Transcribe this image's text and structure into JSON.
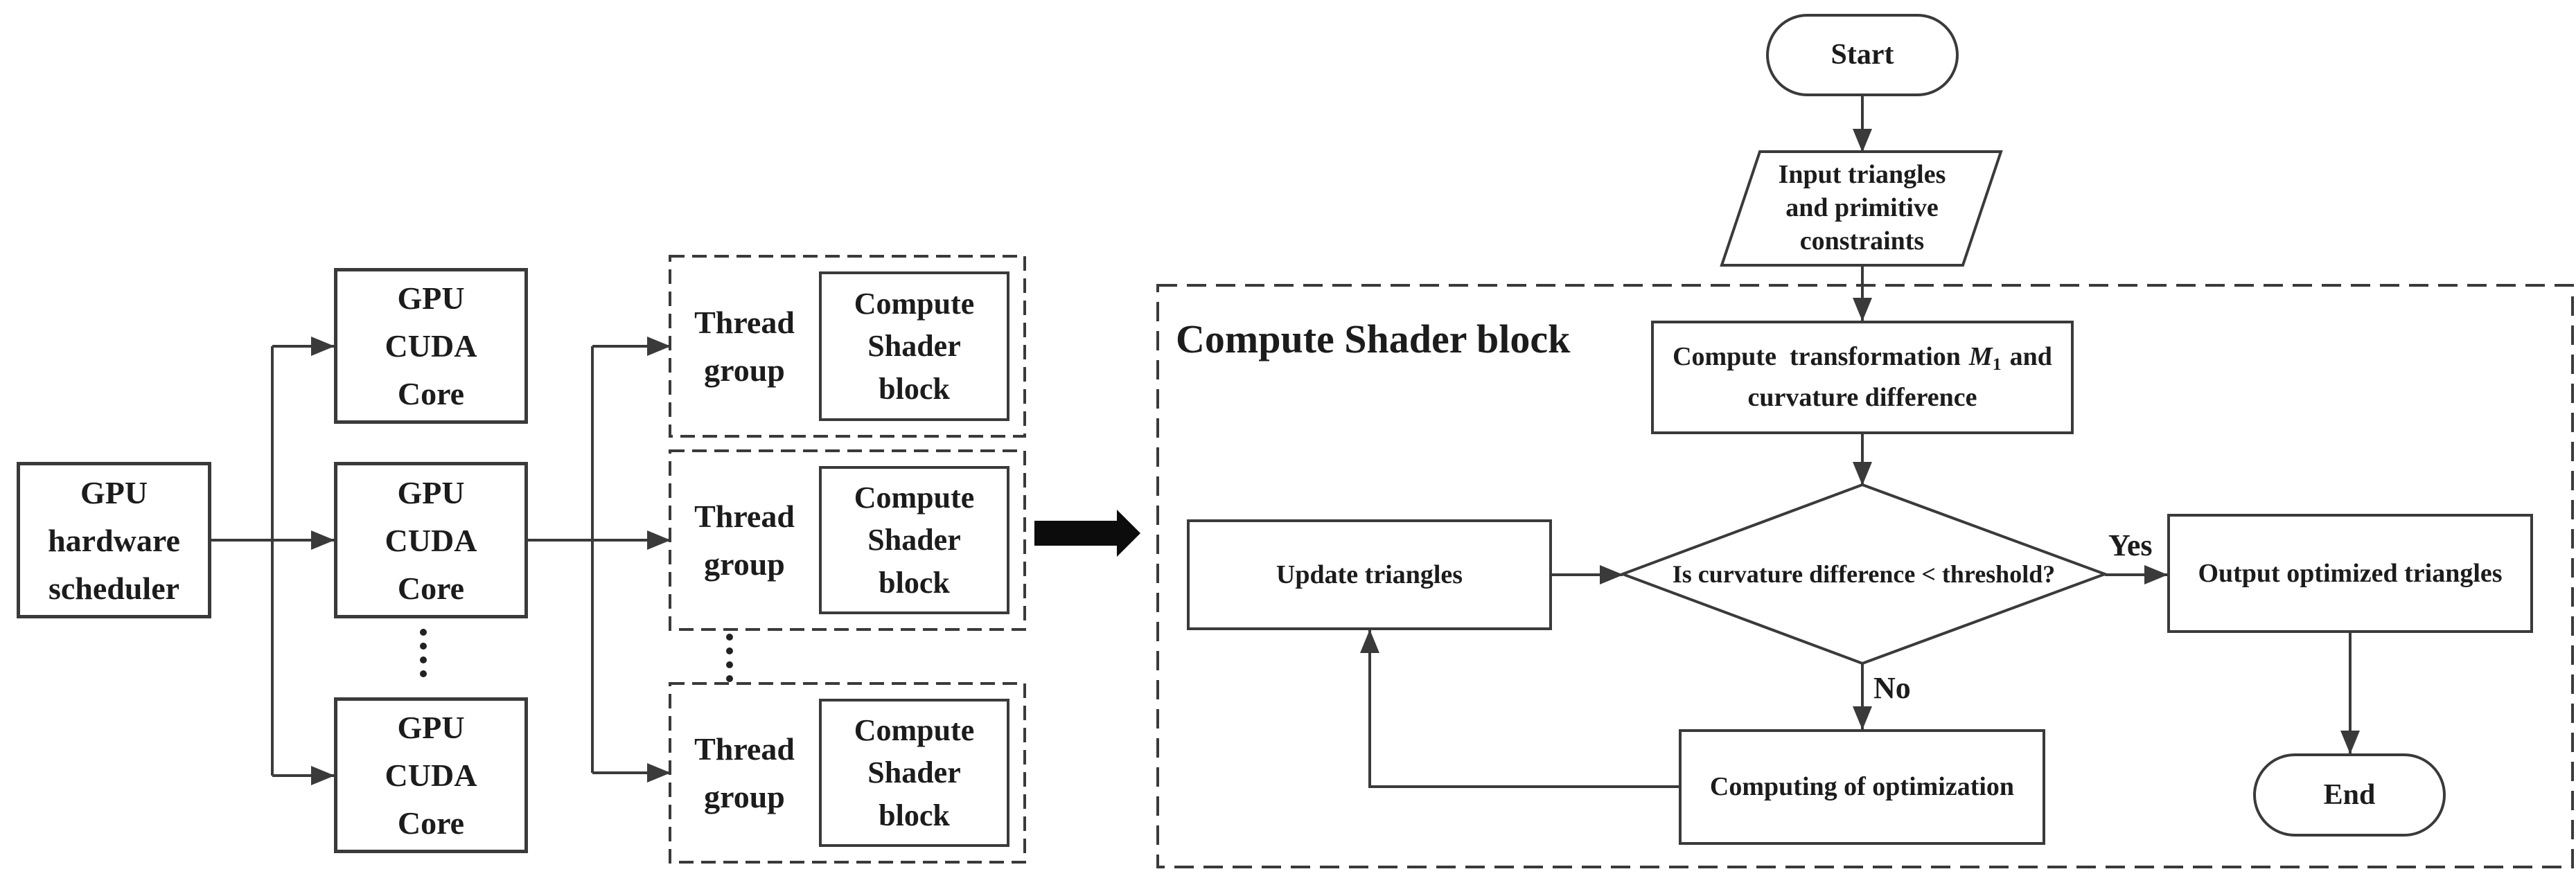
{
  "canvas": {
    "background": "#ffffff",
    "line_color": "#3a3a3a",
    "text_color": "#1c1c1c",
    "section_arrow_color": "#0c0c0c"
  },
  "gpu_section": {
    "scheduler": {
      "lines": [
        "GPU",
        "hardware",
        "scheduler"
      ]
    },
    "cuda_cores": [
      {
        "lines": [
          "GPU",
          "CUDA",
          "Core"
        ]
      },
      {
        "lines": [
          "GPU",
          "CUDA",
          "Core"
        ]
      },
      {
        "lines": [
          "GPU",
          "CUDA",
          "Core"
        ]
      }
    ],
    "cores_ellipsis_icon": "vertical-ellipsis-icon",
    "thread_groups": [
      {
        "label_lines": [
          "Thread",
          "group"
        ],
        "block_lines": [
          "Compute",
          "Shader",
          "block"
        ]
      },
      {
        "label_lines": [
          "Thread",
          "group"
        ],
        "block_lines": [
          "Compute",
          "Shader",
          "block"
        ]
      },
      {
        "label_lines": [
          "Thread",
          "group"
        ],
        "block_lines": [
          "Compute",
          "Shader",
          "block"
        ]
      }
    ],
    "groups_ellipsis_icon": "vertical-ellipsis-icon"
  },
  "section_arrow_icon": "thick-right-arrow-icon",
  "flowchart": {
    "container_label": "Compute Shader block",
    "start_label": "Start",
    "input_node": {
      "lines": [
        "Input triangles",
        "and primitive",
        "constraints"
      ]
    },
    "transform_node": {
      "line1_pre": "Compute  transformation",
      "line1_var": "M",
      "line1_sub": "1",
      "line1_post": "and",
      "line2": "curvature difference"
    },
    "decision_node": {
      "question": "Is curvature difference < threshold?",
      "yes_label": "Yes",
      "no_label": "No"
    },
    "update_node": "Update triangles",
    "output_node": "Output optimized triangles",
    "computing_node": "Computing of optimization",
    "end_label": "End"
  }
}
